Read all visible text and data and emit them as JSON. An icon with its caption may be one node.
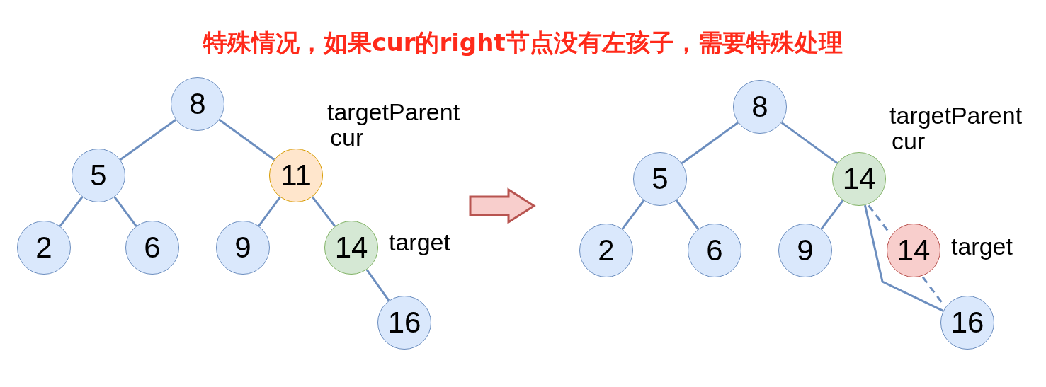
{
  "diagram": {
    "title": "特殊情况，如果cur的right节点没有左孩子，需要特殊处理",
    "nodes": [
      {
        "text": [
          "8"
        ]
      },
      {
        "text": [
          "5"
        ]
      },
      {
        "text": [
          "11"
        ],
        "beside": [
          "targetParent",
          "cur"
        ]
      },
      {
        "text": [
          "2"
        ]
      },
      {
        "text": [
          "6"
        ]
      },
      {
        "text": [
          "9"
        ]
      },
      {
        "text": [
          "14"
        ],
        "beside": [
          "target"
        ]
      },
      {
        "text": [
          "16"
        ]
      },
      {
        "text": [
          "8"
        ]
      },
      {
        "text": [
          "5"
        ]
      },
      {
        "text": [
          "14"
        ],
        "beside": [
          "targetParent",
          "cur"
        ]
      },
      {
        "text": [
          "2"
        ]
      },
      {
        "text": [
          "6"
        ]
      },
      {
        "text": [
          "9"
        ]
      },
      {
        "text": [
          "14"
        ],
        "beside": [
          "target"
        ]
      },
      {
        "text": [
          "16"
        ]
      }
    ],
    "edges": [
      {
        "from": 0,
        "to": 1,
        "arrow": "none"
      },
      {
        "from": 0,
        "to": 2,
        "arrow": "none"
      },
      {
        "from": 1,
        "to": 3,
        "arrow": "none"
      },
      {
        "from": 1,
        "to": 4,
        "arrow": "none"
      },
      {
        "from": 2,
        "to": 5,
        "arrow": "none"
      },
      {
        "from": 2,
        "to": 6,
        "arrow": "none"
      },
      {
        "from": 6,
        "to": 7,
        "arrow": "none"
      },
      {
        "from": 8,
        "to": 9,
        "arrow": "none"
      },
      {
        "from": 8,
        "to": 10,
        "arrow": "none"
      },
      {
        "from": 9,
        "to": 11,
        "arrow": "none"
      },
      {
        "from": 9,
        "to": 12,
        "arrow": "none"
      },
      {
        "from": 10,
        "to": 13,
        "arrow": "none"
      },
      {
        "from": 10,
        "to": 15,
        "arrow": "none"
      },
      {
        "from": 10,
        "to": 14,
        "arrow": "none",
        "style": "dashed"
      },
      {
        "from": 14,
        "to": 15,
        "arrow": "none",
        "style": "dashed"
      }
    ]
  }
}
